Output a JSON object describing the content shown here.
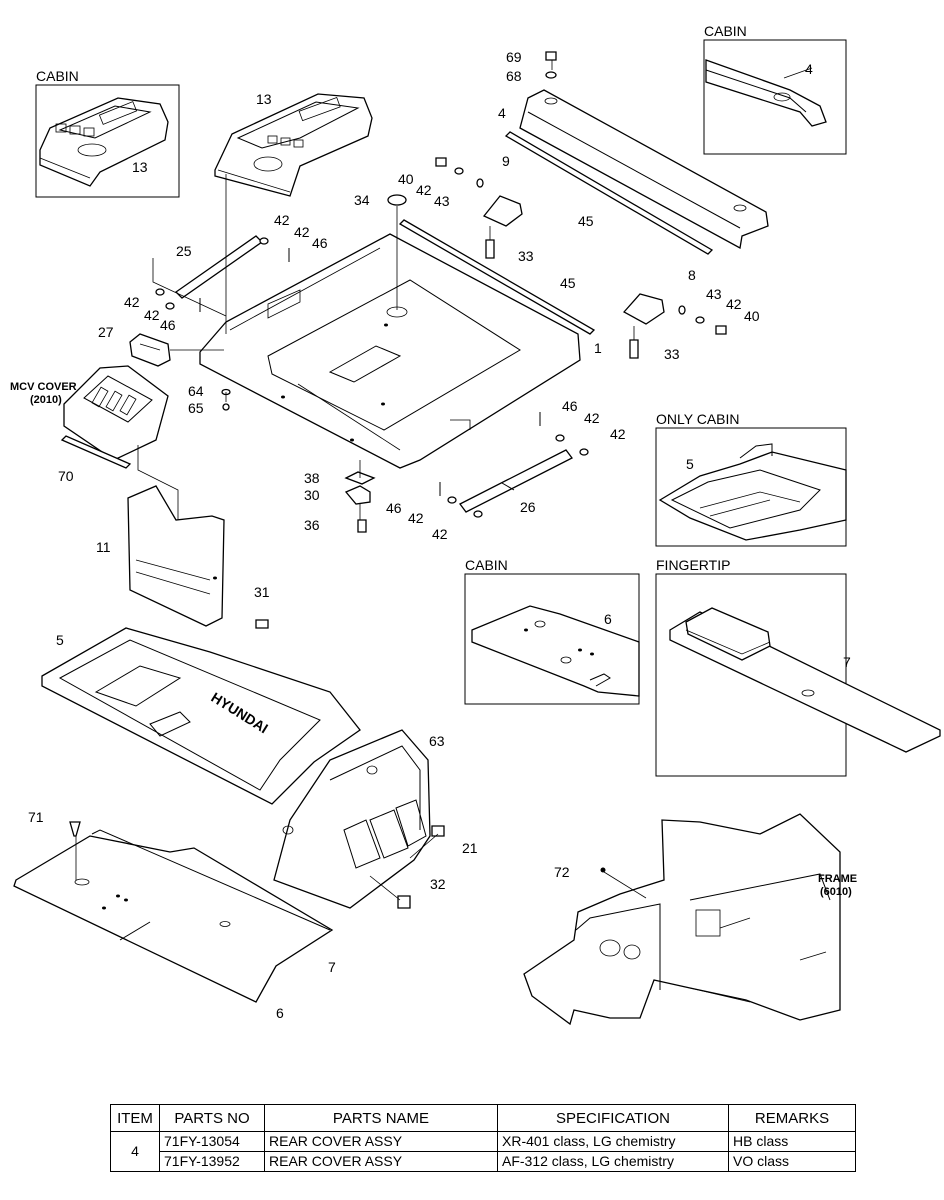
{
  "insets": {
    "cabin_top_left": "CABIN",
    "cabin_top_right": "CABIN",
    "only_cabin": "ONLY CABIN",
    "cabin_mid": "CABIN",
    "fingertip": "FINGERTIP"
  },
  "notes": {
    "mcv_cover": "MCV COVER",
    "mcv_cover_ref": "(2010)",
    "frame": "FRAME",
    "frame_ref": "(6010)",
    "brand_mark": "HYUNDAI"
  },
  "callouts": {
    "c1": "1",
    "c4a": "4",
    "c4b": "4",
    "c5a": "5",
    "c5b": "5",
    "c6a": "6",
    "c6b": "6",
    "c7a": "7",
    "c7b": "7",
    "c8": "8",
    "c9": "9",
    "c11": "11",
    "c13a": "13",
    "c13b": "13",
    "c21": "21",
    "c25": "25",
    "c26": "26",
    "c27": "27",
    "c30": "30",
    "c31": "31",
    "c32": "32",
    "c33a": "33",
    "c33b": "33",
    "c34": "34",
    "c36": "36",
    "c38": "38",
    "c40a": "40",
    "c40b": "40",
    "c42a": "42",
    "c42b": "42",
    "c42c": "42",
    "c42d": "42",
    "c42e": "42",
    "c42f": "42",
    "c42g": "42",
    "c42h": "42",
    "c42i": "42",
    "c42j": "42",
    "c43a": "43",
    "c43b": "43",
    "c45a": "45",
    "c45b": "45",
    "c46a": "46",
    "c46b": "46",
    "c46c": "46",
    "c46d": "46",
    "c63": "63",
    "c64": "64",
    "c65": "65",
    "c68": "68",
    "c69": "69",
    "c70": "70",
    "c71": "71",
    "c72": "72"
  },
  "table": {
    "headers": {
      "item": "ITEM",
      "parts_no": "PARTS NO",
      "parts_name": "PARTS NAME",
      "specification": "SPECIFICATION",
      "remarks": "REMARKS"
    },
    "item": "4",
    "rows": [
      {
        "parts_no": "71FY-13054",
        "parts_name": "REAR COVER ASSY",
        "specification": "XR-401 class, LG chemistry",
        "remarks": "HB class"
      },
      {
        "parts_no": "71FY-13952",
        "parts_name": "REAR COVER ASSY",
        "specification": "AF-312 class, LG chemistry",
        "remarks": "VO class"
      }
    ]
  }
}
